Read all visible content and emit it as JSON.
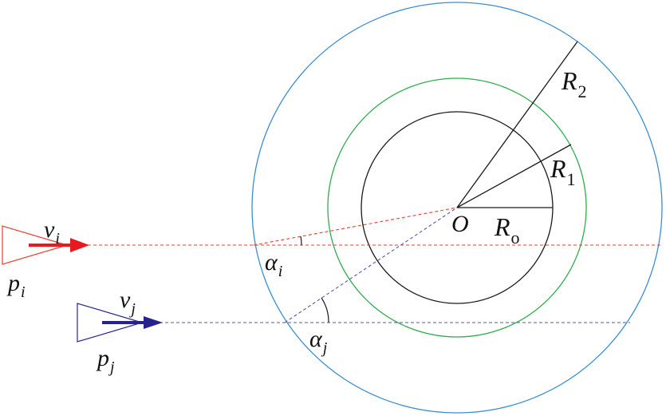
{
  "colors": {
    "outer_circle": "#3b8fd0",
    "middle_circle": "#2fae4f",
    "inner_circle": "#1a1a1a",
    "agent_i": "#e8191f",
    "agent_j": "#26238f",
    "dashed_i": "#e8402f",
    "dashed_j": "#5a57a8",
    "radius_line": "#1a1a1a"
  },
  "labels": {
    "center": "O",
    "r2_main": "R",
    "r2_sub": "2",
    "r1_main": "R",
    "r1_sub": "1",
    "r0_main": "R",
    "r0_sub": "o",
    "alpha_i_main": "α",
    "alpha_i_sub": "i",
    "alpha_j_main": "α",
    "alpha_j_sub": "j",
    "vi_main": "v",
    "vi_sub": "i",
    "vj_main": "v",
    "vj_sub": "j",
    "pi_main": "p",
    "pi_sub": "i",
    "pj_main": "p",
    "pj_sub": "j"
  }
}
